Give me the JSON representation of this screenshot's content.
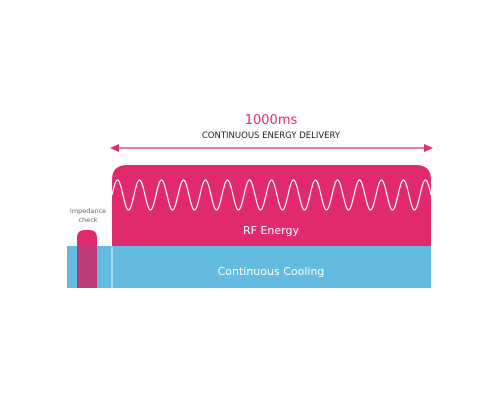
{
  "duration": {
    "label": "1000ms",
    "caption": "CONTINUOUS ENERGY DELIVERY"
  },
  "rf": {
    "label": "RF Energy"
  },
  "cooling": {
    "label": "Continuous Cooling"
  },
  "impedance": {
    "line1": "Impedance",
    "line2": "check"
  },
  "colors": {
    "rf": "#e12a6b",
    "cooling": "#63bbdf",
    "overlap": "#bb3a78",
    "arrow": "#e12a6b",
    "text_dark": "#222222",
    "text_light": "#ffffff",
    "text_gray": "#666666"
  }
}
